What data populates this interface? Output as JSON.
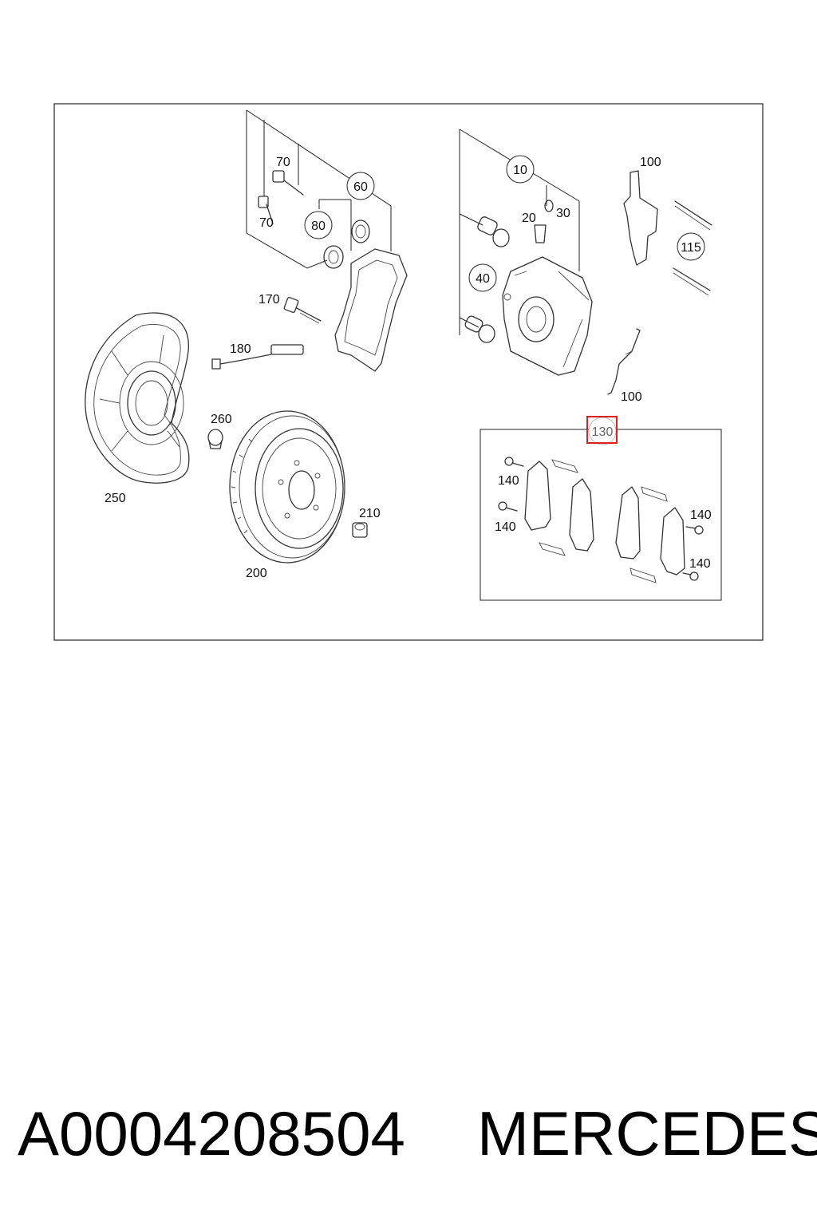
{
  "diagram": {
    "labels": {
      "l10": "10",
      "l20": "20",
      "l30": "30",
      "l40": "40",
      "l60": "60",
      "l70a": "70",
      "l70b": "70",
      "l80": "80",
      "l100a": "100",
      "l100b": "100",
      "l115": "115",
      "l130": "130",
      "l140a": "140",
      "l140b": "140",
      "l140c": "140",
      "l140d": "140",
      "l170": "170",
      "l180": "180",
      "l200": "200",
      "l210": "210",
      "l250": "250",
      "l260": "260"
    },
    "highlight_color": "#e02020"
  },
  "footer": {
    "part_number": "A0004208504",
    "brand": "MERCEDES"
  }
}
